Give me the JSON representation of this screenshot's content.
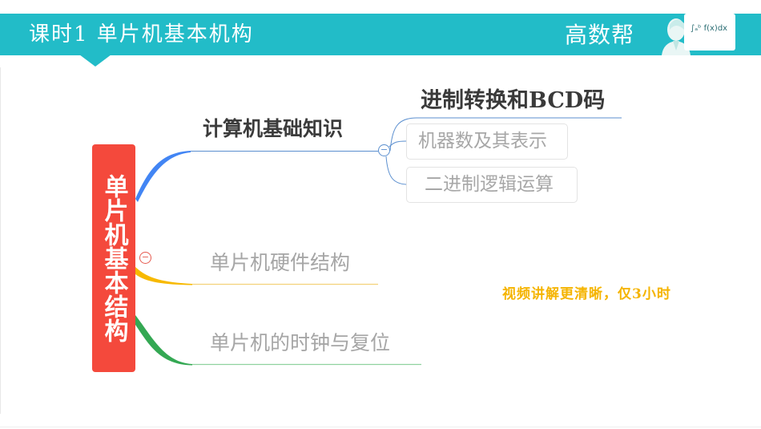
{
  "header": {
    "title": "课时1  单片机基本机构",
    "brand": "高数帮",
    "brand_formula": "∫ₐᵇ f(x)dx",
    "bar_color": "#22bcc8"
  },
  "mindmap": {
    "root": {
      "label": "单片机基本结构",
      "color": "#f4493c",
      "collapse_symbol": "−"
    },
    "branches": [
      {
        "label": "计算机基础知识",
        "color": "#4285f4",
        "collapse_symbol": "−",
        "children": [
          {
            "label": "进制转换和BCD码",
            "style": "bold"
          },
          {
            "label": "机器数及其表示",
            "style": "boxed"
          },
          {
            "label": "二进制逻辑运算",
            "style": "boxed"
          }
        ]
      },
      {
        "label": "单片机硬件结构",
        "color": "#f7b900"
      },
      {
        "label": "单片机的时钟与复位",
        "color": "#34a853"
      }
    ]
  },
  "promo": {
    "text": "视频讲解更清晰，仅3小时",
    "color": "#f5b400"
  }
}
